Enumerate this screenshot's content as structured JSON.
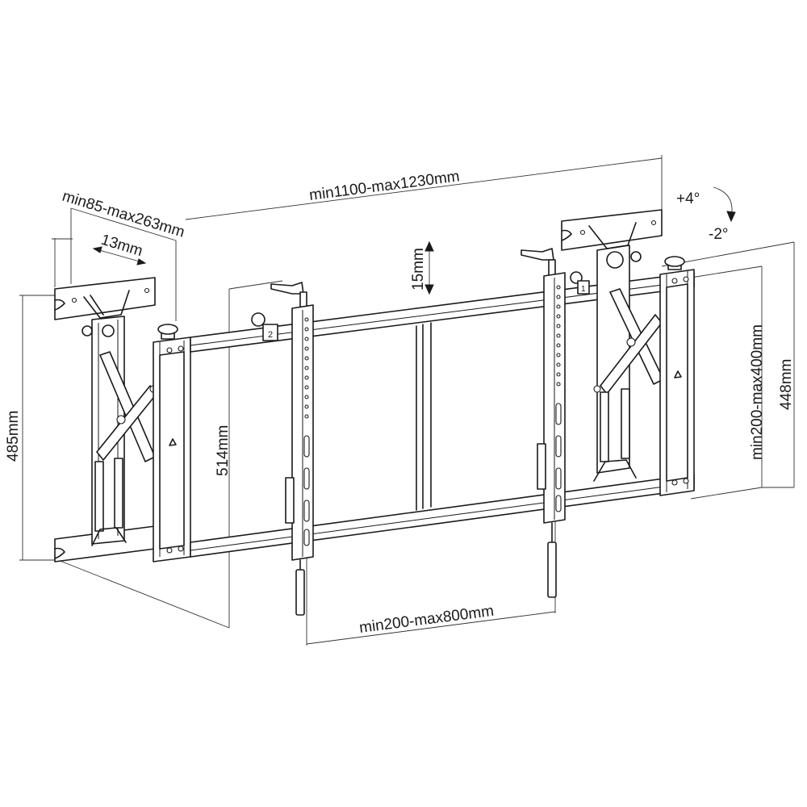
{
  "dimensions": {
    "overall_width": "min1100-max1230mm",
    "depth": "min85-max263mm",
    "offset": "13mm",
    "vertical_adjust": "15mm",
    "tilt_up": "+4°",
    "tilt_down": "-2°",
    "bracket_height": "485mm",
    "frame_height": "514mm",
    "vesa_vertical": "min200-max400mm",
    "overall_height": "448mm",
    "vesa_horizontal": "min200-max800mm"
  },
  "markers": {
    "left_arm": "2",
    "right_arm": "1"
  }
}
